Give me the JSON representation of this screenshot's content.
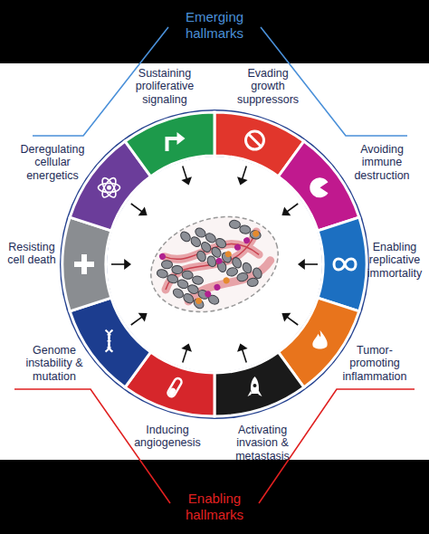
{
  "diagram": {
    "labels": [
      "Emerging hallmarks",
      "Sustaining proliferative signaling",
      "Evading growth suppressors",
      "Deregulating cellular energetics",
      "Avoiding immune destruction",
      "Resisting cell death",
      "Enabling replicative immortality",
      "Genome instability & mutation",
      "Tumor-promoting inflammation",
      "Inducing angiogenesis",
      "Activating invasion & metastasis",
      "Enabling hallmarks"
    ]
  }
}
